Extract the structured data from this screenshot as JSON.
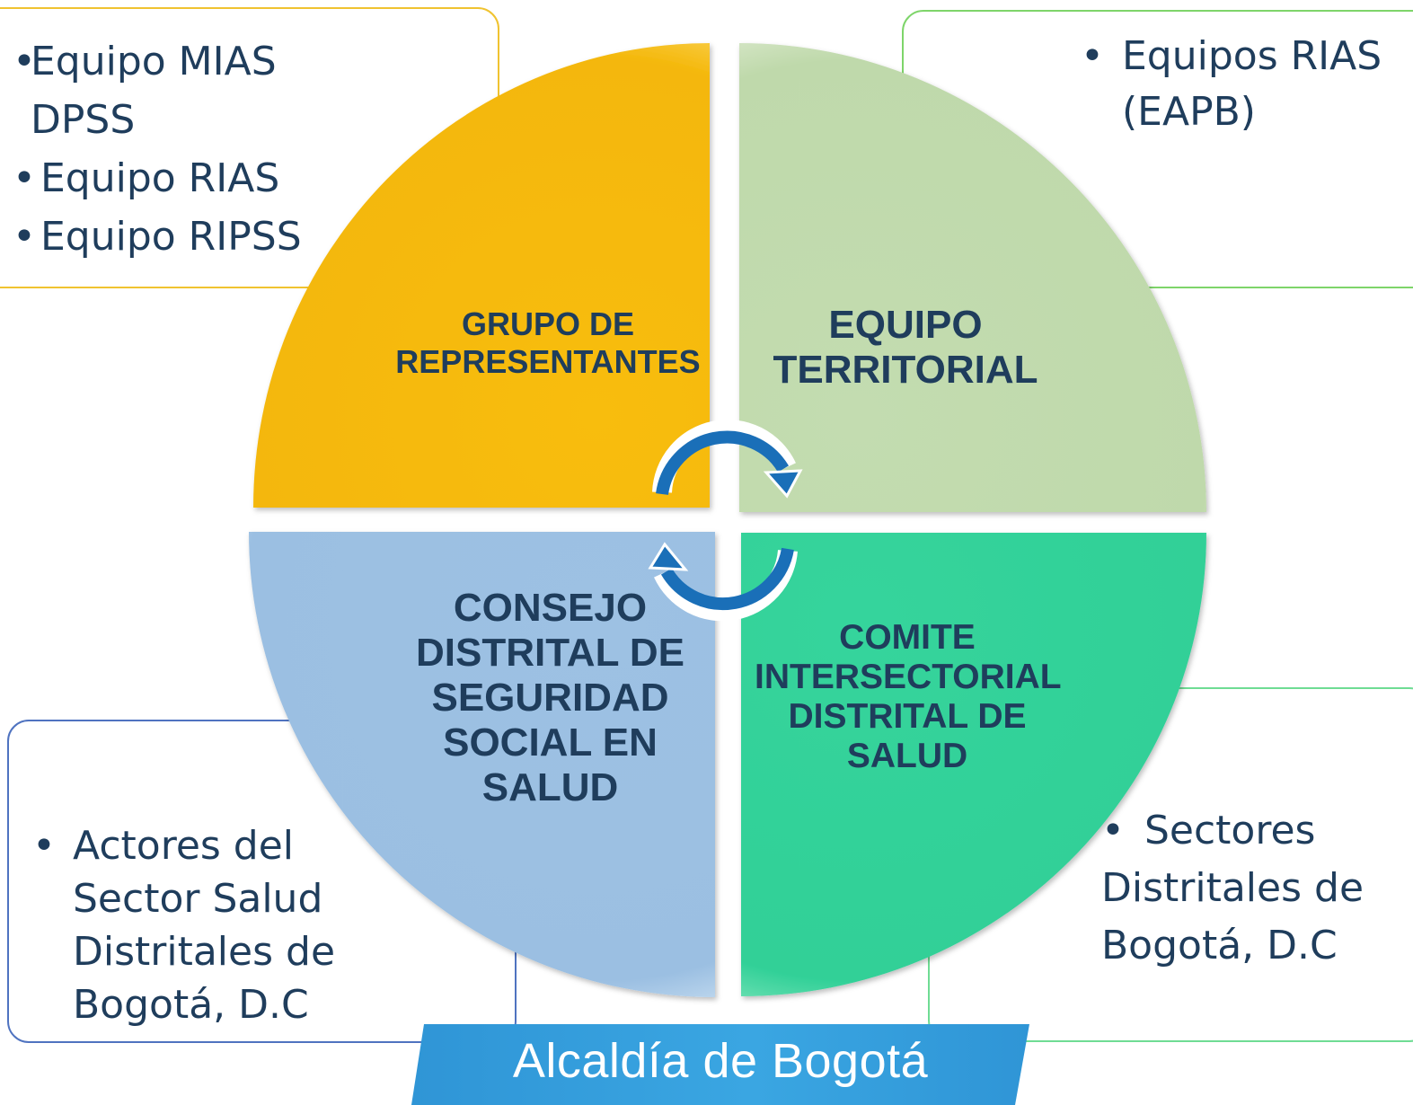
{
  "boxes": {
    "top_left": [
      "Equipo MIAS DPSS",
      "Equipo RIAS",
      "Equipo RIPSS"
    ],
    "top_right": [
      "Equipos RIAS (EAPB)"
    ],
    "bottom_left": [
      "Actores del Sector Salud Distritales de Bogotá, D.C"
    ],
    "bottom_right": [
      "Sectores Distritales de Bogotá, D.C"
    ]
  },
  "bullet": "•",
  "quadrants": {
    "top_left": {
      "line1": "GRUPO DE",
      "line2": "REPRESENTANTES",
      "color": "#f8bd0c"
    },
    "top_right": {
      "line1": "EQUIPO",
      "line2": "TERRITORIAL",
      "color": "#c3dcb0"
    },
    "bottom_left": {
      "line1": "CONSEJO",
      "line2": "DISTRITAL DE",
      "line3": "SEGURIDAD",
      "line4": "SOCIAL EN",
      "line5": "SALUD",
      "color": "#9dc1e3"
    },
    "bottom_right": {
      "line1": "COMITE",
      "line2": "INTERSECTORIAL",
      "line3": "DISTRITAL DE",
      "line4": "SALUD",
      "color": "#36d49c"
    }
  },
  "cycle_arrows": {
    "color": "#1a6fb8",
    "icon": "circular-arrows-icon"
  },
  "footer": {
    "banner": "Alcaldía de Bogotá",
    "color": "#2f95d6"
  }
}
